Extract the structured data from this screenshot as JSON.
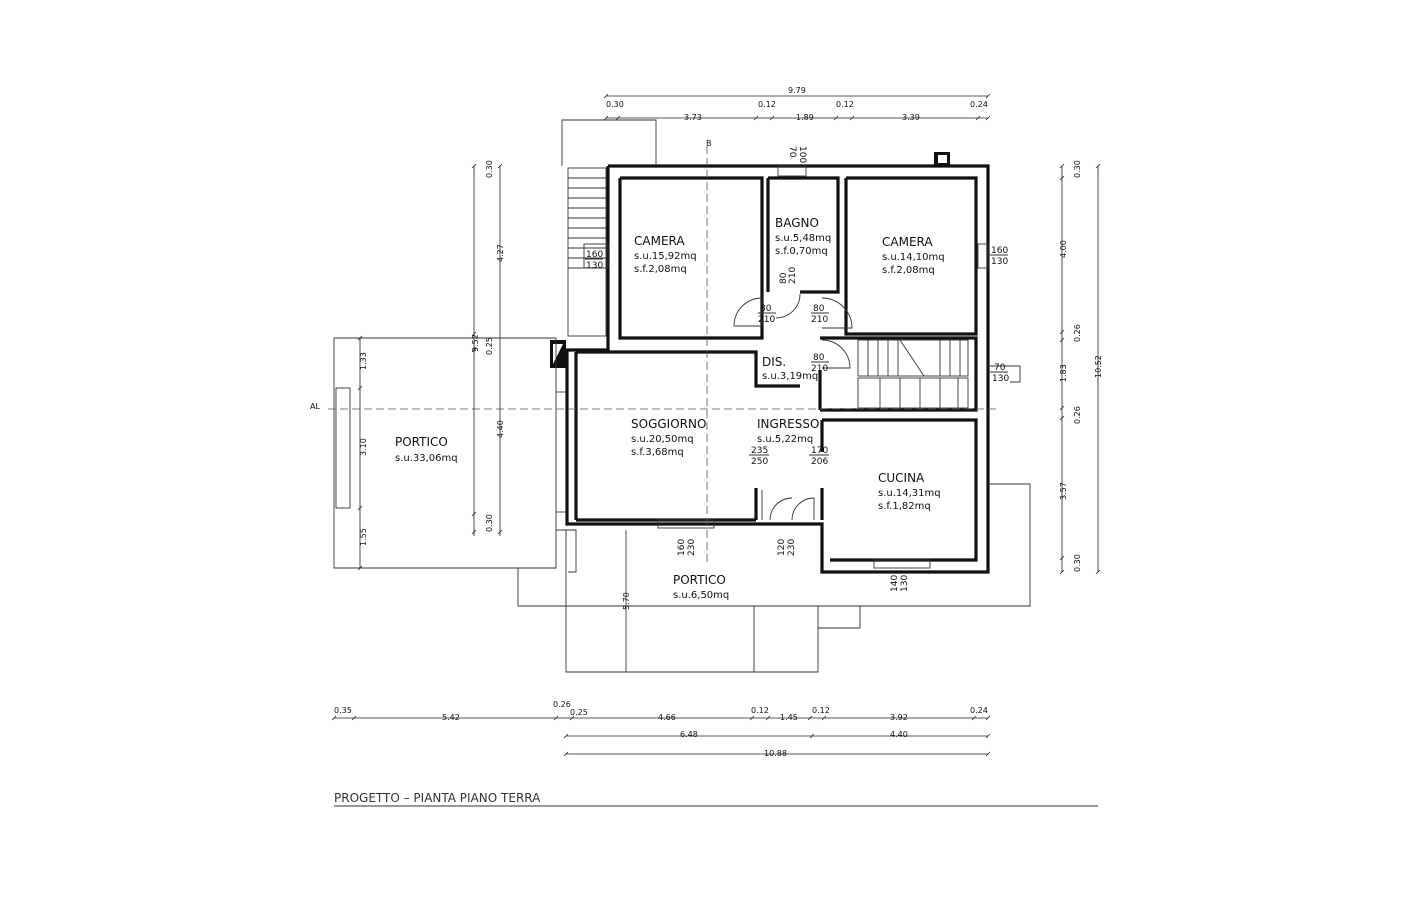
{
  "title": "PROGETTO – PIANTA PIANO TERRA",
  "section_labels": {
    "b": "B",
    "al": "AL"
  },
  "rooms": [
    {
      "name": "CAMERA",
      "su": "s.u.15,92mq",
      "sf": "s.f.2,08mq"
    },
    {
      "name": "BAGNO",
      "su": "s.u.5,48mq",
      "sf": "s.f.0,70mq"
    },
    {
      "name": "CAMERA",
      "su": "s.u.14,10mq",
      "sf": "s.f.2,08mq"
    },
    {
      "name": "DIS.",
      "su": "s.u.3,19mq",
      "sf": ""
    },
    {
      "name": "SOGGIORNO",
      "su": "s.u.20,50mq",
      "sf": "s.f.3,68mq"
    },
    {
      "name": "INGRESSO",
      "su": "s.u.5,22mq",
      "sf": ""
    },
    {
      "name": "CUCINA",
      "su": "s.u.14,31mq",
      "sf": "s.f.1,82mq"
    },
    {
      "name": "PORTICO",
      "su": "s.u.33,06mq",
      "sf": ""
    },
    {
      "name": "PORTICO",
      "su": "s.u.6,50mq",
      "sf": ""
    }
  ],
  "openings": [
    {
      "w": "160",
      "h": "130"
    },
    {
      "w": "70",
      "h": "100"
    },
    {
      "w": "160",
      "h": "130"
    },
    {
      "w": "80",
      "h": "210"
    },
    {
      "w": "80",
      "h": "210"
    },
    {
      "w": "80",
      "h": "210"
    },
    {
      "w": "80",
      "h": "210"
    },
    {
      "w": "70",
      "h": "130"
    },
    {
      "w": "235",
      "h": "250"
    },
    {
      "w": "170",
      "h": "206"
    },
    {
      "w": "160",
      "h": "230"
    },
    {
      "w": "120",
      "h": "230"
    },
    {
      "w": "140",
      "h": "130"
    }
  ],
  "dimensions": {
    "top_total": "9.79",
    "top_parts": [
      "0.30",
      "3.73",
      "0.12",
      "1.89",
      "0.12",
      "3.39",
      "0.24"
    ],
    "bottom_row1": [
      "0.35",
      "5.42",
      "0.26",
      "0.25",
      "4.66",
      "0.12",
      "1.45",
      "0.12",
      "3.92",
      "0.24"
    ],
    "bottom_row2": [
      "6.48",
      "4.40"
    ],
    "bottom_total": "10.88",
    "left_outer": "9.52",
    "left_parts": [
      "0.30",
      "4.27",
      "0.25",
      "4.40",
      "0.30"
    ],
    "left_portico": [
      "1.33",
      "3.10",
      "1.55"
    ],
    "right_parts": [
      "0.30",
      "4.00",
      "0.26",
      "1.83",
      "0.26",
      "3.57",
      "0.30"
    ],
    "right_total": "10.52",
    "portico_depth": "5.70"
  }
}
